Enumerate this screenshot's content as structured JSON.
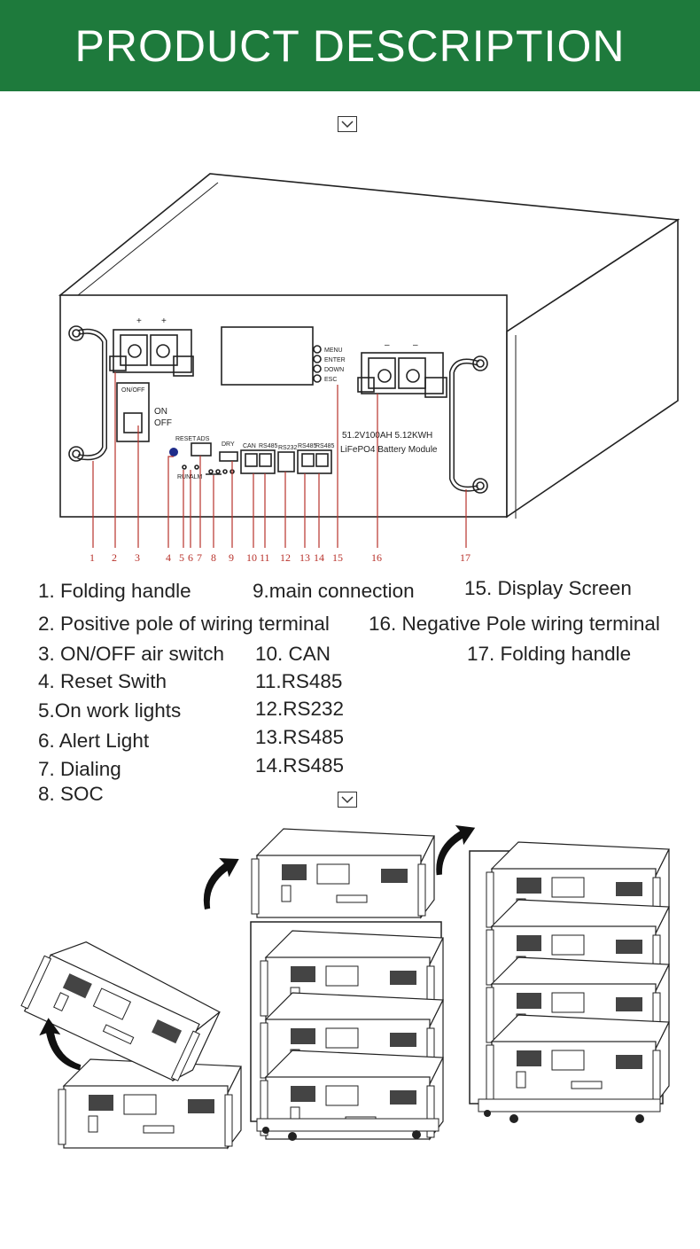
{
  "header": {
    "title": "PRODUCT DESCRIPTION",
    "background": "#1e7a3c"
  },
  "diagram": {
    "panel_model": "51.2V100AH 5.12KWH",
    "panel_type": "LiFePO4 Battery Module",
    "buttons": [
      "MENU",
      "ENTER",
      "DOWN",
      "ESC"
    ],
    "switch_labels": {
      "on": "ON",
      "off": "OFF",
      "top": "ON/OFF"
    },
    "port_labels": [
      "CAN",
      "RS485",
      "RS232",
      "RS485",
      "RS485"
    ],
    "small_labels": {
      "reset": "RESET",
      "adr": "ADS",
      "dry": "DRY",
      "run": "RUN",
      "alm": "ALM"
    },
    "callouts": [
      "1",
      "2",
      "3",
      "4",
      "5",
      "6",
      "7",
      "8",
      "9",
      "10",
      "11",
      "12",
      "13",
      "14",
      "15",
      "16",
      "17"
    ],
    "label_color": "#b8322b"
  },
  "legend": {
    "col1": [
      "1. Folding handle",
      "2. Positive pole of wiring terminal",
      "3. ON/OFF air switch",
      "4. Reset Swith",
      "5.On work lights",
      "6. Alert Light",
      "7. Dialing",
      "8. SOC"
    ],
    "col2": [
      "9.main connection",
      "10. CAN",
      "11.RS485",
      "12.RS232",
      "13.RS485",
      "14.RS485"
    ],
    "col3": [
      "15. Display Screen",
      "16. Negative Pole wiring terminal",
      "17. Folding handle"
    ]
  }
}
